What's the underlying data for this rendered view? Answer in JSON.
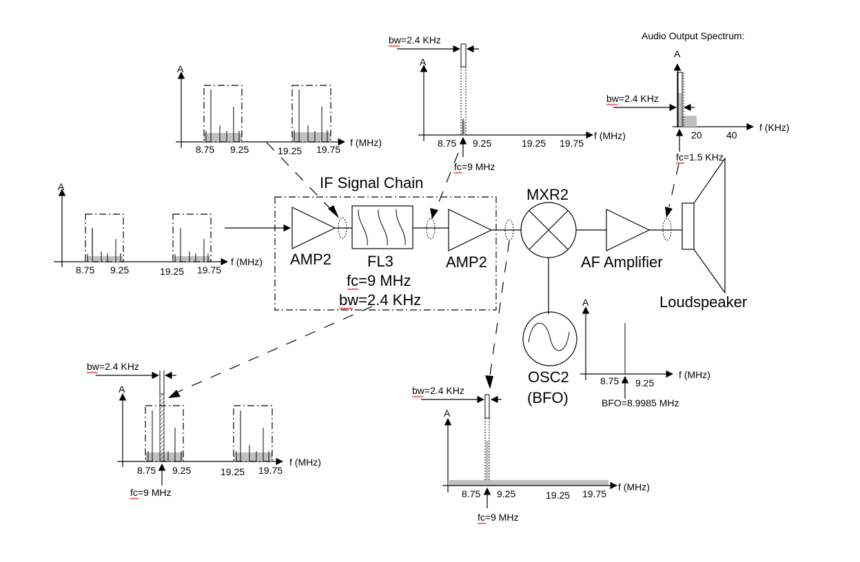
{
  "colors": {
    "background": "#ffffff",
    "line": "#000000",
    "noise_band": "#c0c0c0",
    "spellcheck_underline": "#dd0000"
  },
  "labels": {
    "amplitude_axis": "A",
    "freq_axis_mhz": "f (MHz)",
    "freq_axis_khz": "f (KHz)",
    "tick_875": "8.75",
    "tick_925": "9.25",
    "tick_1925": "19.25",
    "tick_1975": "19.75",
    "tick_20": "20",
    "tick_40": "40",
    "bw": "bw=2.4 KHz",
    "fc_9": "fc=9 MHz",
    "fc_15": "fc=1.5 KHz",
    "bfo": "BFO=8.9985 MHz"
  },
  "title_audio": "Audio Output Spectrum:",
  "if_chain": {
    "title": "IF Signal Chain",
    "amp1": "AMP2",
    "filter": "FL3",
    "filter_fc": "fc=9 MHz",
    "filter_bw": "bw=2.4 KHz",
    "amp2": "AMP2"
  },
  "blocks": {
    "mixer": "MXR2",
    "af_amp": "AF Amplifier",
    "speaker": "Loudspeaker",
    "osc_name": "OSC2",
    "osc_sub": "(BFO)"
  },
  "spectra": {
    "input": {
      "description": "RF input spectrum",
      "bands_mhz": [
        [
          8.75,
          9.25
        ],
        [
          19.25,
          19.75
        ]
      ],
      "axis_unit": "MHz"
    },
    "after_amp1": {
      "description": "Spectrum after first AMP2",
      "bands_mhz": [
        [
          8.75,
          9.25
        ],
        [
          19.25,
          19.75
        ]
      ]
    },
    "after_filter": {
      "description": "Spectrum after FL3 filter",
      "fc_mhz": 9,
      "bw_khz": 2.4
    },
    "filter_response": {
      "description": "FL3 passband over input spectrum",
      "fc_mhz": 9,
      "bw_khz": 2.4
    },
    "after_amp2": {
      "description": "Spectrum after second AMP2 (broadband noise floor)",
      "fc_mhz": 9,
      "bw_khz": 2.4
    },
    "bfo": {
      "description": "BFO tone",
      "freq_mhz": 8.9985
    },
    "audio_output": {
      "description": "Audio output spectrum",
      "fc_khz": 1.5,
      "bw_khz": 2.4,
      "noise_to_khz": 20
    }
  }
}
